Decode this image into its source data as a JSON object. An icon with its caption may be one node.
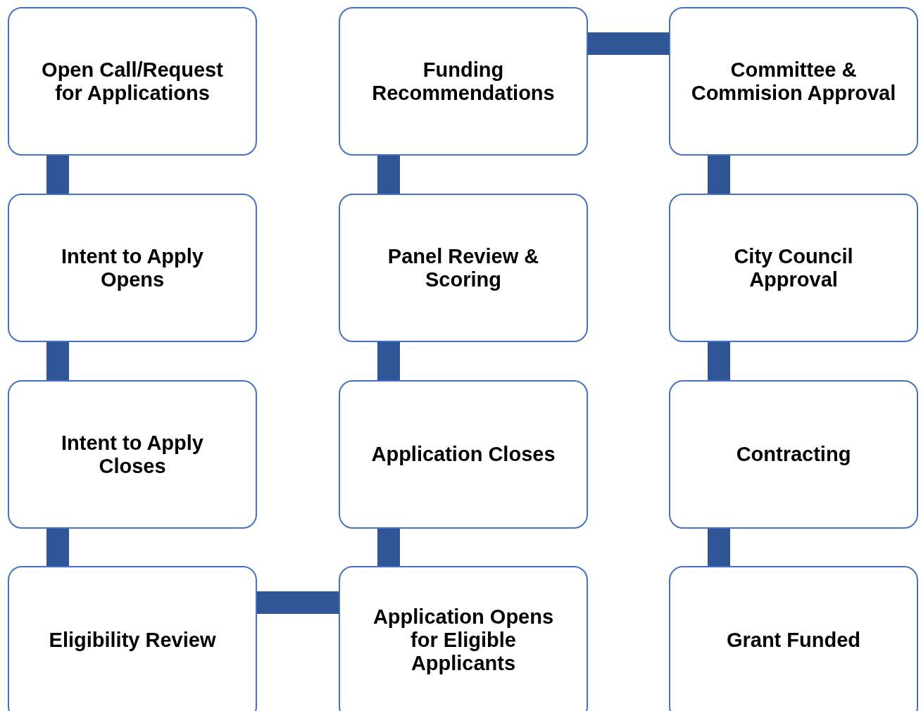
{
  "diagram": {
    "nodes": [
      {
        "text": [
          "Open Call/Request for Applications"
        ]
      },
      {
        "text": [
          "Intent to Apply Opens"
        ]
      },
      {
        "text": [
          "Intent to Apply Closes"
        ]
      },
      {
        "text": [
          "Eligibility Review"
        ]
      },
      {
        "text": [
          "Application Opens for Eligible Applicants"
        ]
      },
      {
        "text": [
          "Application Closes"
        ]
      },
      {
        "text": [
          "Panel Review & Scoring"
        ]
      },
      {
        "text": [
          "Funding Recommendations"
        ]
      },
      {
        "text": [
          "Committee & Commision Approval"
        ]
      },
      {
        "text": [
          "City Council Approval"
        ]
      },
      {
        "text": [
          "Contracting"
        ]
      },
      {
        "text": [
          "Grant Funded"
        ]
      }
    ],
    "edges": [
      {
        "from": 0,
        "to": 1,
        "arrow": "none"
      },
      {
        "from": 1,
        "to": 2,
        "arrow": "none"
      },
      {
        "from": 2,
        "to": 3,
        "arrow": "none"
      },
      {
        "from": 3,
        "to": 4,
        "arrow": "none"
      },
      {
        "from": 4,
        "to": 5,
        "arrow": "none"
      },
      {
        "from": 5,
        "to": 6,
        "arrow": "none"
      },
      {
        "from": 6,
        "to": 7,
        "arrow": "none"
      },
      {
        "from": 7,
        "to": 8,
        "arrow": "none"
      },
      {
        "from": 8,
        "to": 9,
        "arrow": "none"
      },
      {
        "from": 9,
        "to": 10,
        "arrow": "none"
      },
      {
        "from": 10,
        "to": 11,
        "arrow": "none"
      }
    ]
  }
}
